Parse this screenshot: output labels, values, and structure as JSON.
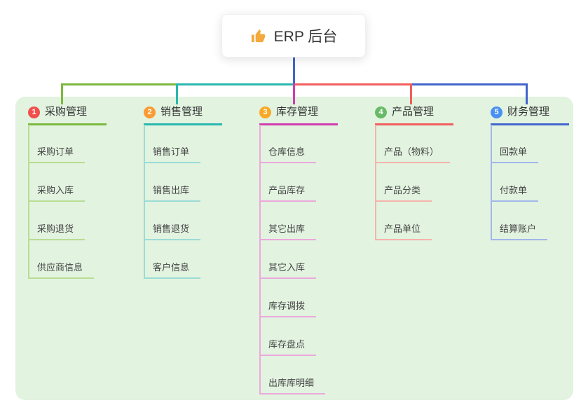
{
  "root": {
    "label": "ERP 后台",
    "icon": "thumbs-up-icon",
    "icon_color": "#f3a93c"
  },
  "canvas_bg": "#e2f3e0",
  "root_connector_color": "#4265cc",
  "branches": [
    {
      "badge": "1",
      "label": "采购管理",
      "color": "#7cb93e",
      "light_color": "#b9dd92",
      "badge_color": "#f0504d",
      "items": [
        "采购订单",
        "采购入库",
        "采购退货",
        "供应商信息"
      ]
    },
    {
      "badge": "2",
      "label": "销售管理",
      "color": "#2ab7ae",
      "light_color": "#9adcd6",
      "badge_color": "#fb9b33",
      "items": [
        "销售订单",
        "销售出库",
        "销售退货",
        "客户信息"
      ]
    },
    {
      "badge": "3",
      "label": "库存管理",
      "color": "#d13cb0",
      "light_color": "#eba9dc",
      "badge_color": "#f9a825",
      "items": [
        "仓库信息",
        "产品库存",
        "其它出库",
        "其它入库",
        "库存调拨",
        "库存盘点",
        "出库库明细"
      ]
    },
    {
      "badge": "4",
      "label": "产品管理",
      "color": "#f25d5d",
      "light_color": "#f6b3ab",
      "badge_color": "#67bb67",
      "items": [
        "产品（物料）",
        "产品分类",
        "产品单位"
      ]
    },
    {
      "badge": "5",
      "label": "财务管理",
      "color": "#4265cc",
      "light_color": "#a2b6ea",
      "badge_color": "#4a90f2",
      "items": [
        "回款单",
        "付款单",
        "结算账户"
      ]
    }
  ]
}
